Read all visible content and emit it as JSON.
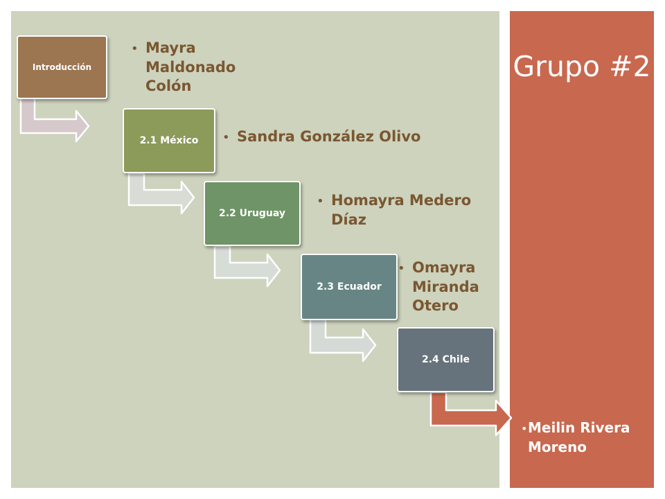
{
  "title": "Grupo #2",
  "colors": {
    "main_panel": "#cdd3bd",
    "side_panel": "#c8684f",
    "bullet_text": "#7a5731"
  },
  "steps": [
    {
      "label": "Introducción",
      "color": "#9b7651",
      "member": "Mayra Maldonado Colón"
    },
    {
      "label": "2.1 México",
      "color": "#8c9b5a",
      "member": "Sandra González Olivo"
    },
    {
      "label": "2.2 Uruguay",
      "color": "#6f9467",
      "member": "Homayra Medero Díaz"
    },
    {
      "label": "2.3 Ecuador",
      "color": "#688585",
      "member": "Omayra Miranda Otero"
    },
    {
      "label": "2.4 Chile",
      "color": "#66737c",
      "member": ""
    }
  ],
  "final_member": "Meilin Rivera Moreno",
  "arrow_colors": [
    "#d6c9cc",
    "#d8dcd4",
    "#d6dcd6",
    "#d5dad6",
    "#c8684f"
  ],
  "icons": {
    "connector": "bent-arrow-icon"
  }
}
